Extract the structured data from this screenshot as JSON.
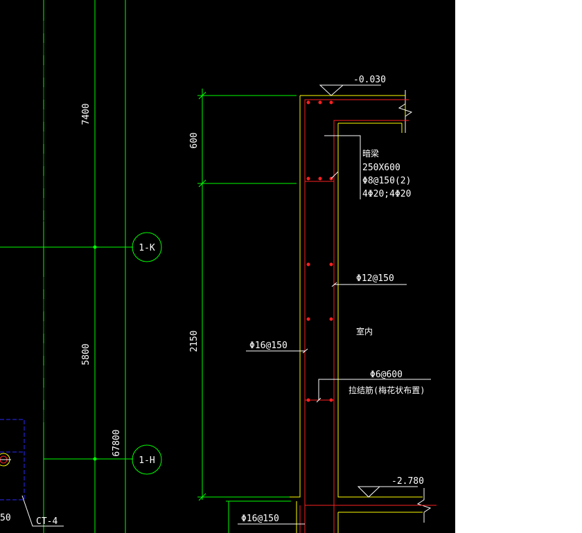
{
  "drawing": {
    "dimensions": {
      "d7400": "7400",
      "d5800": "5800",
      "d67800": "67800",
      "d600": "600",
      "d2150": "2150",
      "d50": "50"
    },
    "grid_bubbles": {
      "k": "1-K",
      "h": "1-H"
    },
    "elevations": {
      "top": "-0.030",
      "bottom": "-2.780"
    },
    "beam_callout": {
      "title": "暗梁",
      "size": "250X600",
      "stirrup": "Φ8@150(2)",
      "bars": "4Φ20;4Φ20"
    },
    "rebar_labels": {
      "inner": "Φ12@150",
      "outer": "Φ16@150",
      "tie": "Φ6@600",
      "tie_note": "拉结筋(梅花状布置)",
      "bottom": "Φ16@150"
    },
    "room_label": "室内",
    "tag_ct": "CT-4",
    "colors": {
      "background": "#000000",
      "dimension": "#00ff00",
      "wall": "#ffff00",
      "rebar": "#ff2020",
      "text": "#ffffff",
      "edge": "#ffffff",
      "blue": "#2a2aff"
    }
  }
}
